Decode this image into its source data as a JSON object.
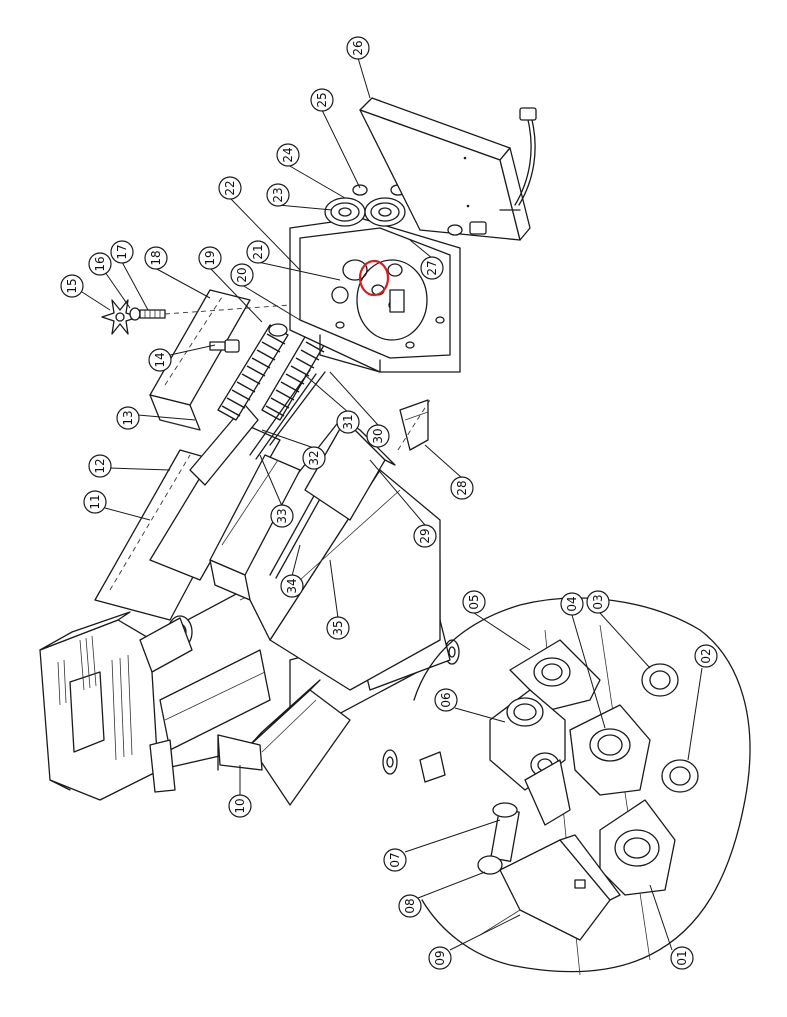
{
  "highlight_color": "#d32020",
  "line_color": "#1a1a1a",
  "callouts": [
    {
      "id": "01",
      "label": "01"
    },
    {
      "id": "02",
      "label": "02"
    },
    {
      "id": "03",
      "label": "03"
    },
    {
      "id": "04",
      "label": "04"
    },
    {
      "id": "05",
      "label": "05"
    },
    {
      "id": "06",
      "label": "06"
    },
    {
      "id": "07",
      "label": "07"
    },
    {
      "id": "08",
      "label": "08"
    },
    {
      "id": "09",
      "label": "09"
    },
    {
      "id": "10",
      "label": "10"
    },
    {
      "id": "11",
      "label": "11"
    },
    {
      "id": "12",
      "label": "12"
    },
    {
      "id": "13",
      "label": "13"
    },
    {
      "id": "14",
      "label": "14"
    },
    {
      "id": "15",
      "label": "15"
    },
    {
      "id": "16",
      "label": "16"
    },
    {
      "id": "17",
      "label": "17"
    },
    {
      "id": "18",
      "label": "18"
    },
    {
      "id": "19",
      "label": "19"
    },
    {
      "id": "20",
      "label": "20"
    },
    {
      "id": "21",
      "label": "21"
    },
    {
      "id": "22",
      "label": "22"
    },
    {
      "id": "23",
      "label": "23"
    },
    {
      "id": "24",
      "label": "24"
    },
    {
      "id": "25",
      "label": "25"
    },
    {
      "id": "26",
      "label": "26"
    },
    {
      "id": "27",
      "label": "27"
    },
    {
      "id": "28",
      "label": "28"
    },
    {
      "id": "29",
      "label": "29"
    },
    {
      "id": "30",
      "label": "30"
    },
    {
      "id": "31",
      "label": "31"
    },
    {
      "id": "32",
      "label": "32"
    },
    {
      "id": "33",
      "label": "33"
    },
    {
      "id": "34",
      "label": "34"
    },
    {
      "id": "35",
      "label": "35"
    }
  ]
}
